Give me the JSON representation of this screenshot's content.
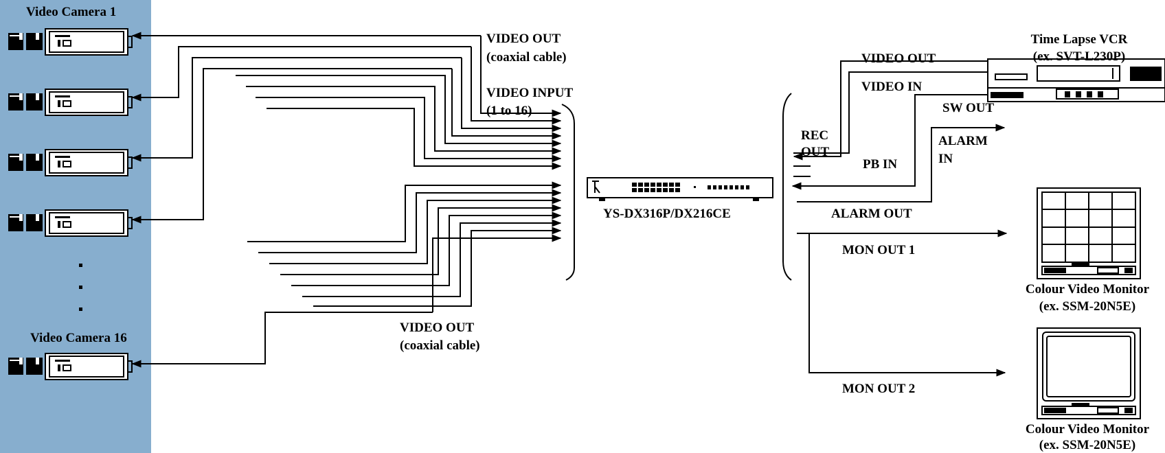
{
  "colors": {
    "camera_panel": "#87aece",
    "ink": "#000000",
    "background": "#ffffff"
  },
  "cameras": {
    "first_label": "Video Camera 1",
    "last_label": "Video Camera 16"
  },
  "top_labels": {
    "video_out": "VIDEO OUT",
    "video_out_sub": "(coaxial cable)",
    "video_input": "VIDEO INPUT",
    "video_input_sub": "(1 to 16)"
  },
  "bottom_labels": {
    "video_out": "VIDEO OUT",
    "video_out_sub": "(coaxial cable)"
  },
  "multiplexer": {
    "model": "YS-DX316P/DX216CE"
  },
  "vcr": {
    "name": "Time Lapse VCR",
    "model": "(ex. SVT-L230P)"
  },
  "connections": {
    "video_out": "VIDEO OUT",
    "video_in": "VIDEO IN",
    "sw_out": "SW OUT",
    "rec_out_1": "REC",
    "rec_out_2": "OUT",
    "alarm_in_1": "ALARM",
    "alarm_in_2": "IN",
    "pb_in": "PB IN",
    "alarm_out": "ALARM OUT",
    "mon_out_1": "MON OUT 1",
    "mon_out_2": "MON OUT 2"
  },
  "monitor1": {
    "name": "Colour Video Monitor",
    "model": "(ex. SSM-20N5E)"
  },
  "monitor2": {
    "name": "Colour Video Monitor",
    "model": "(ex. SSM-20N5E)"
  }
}
